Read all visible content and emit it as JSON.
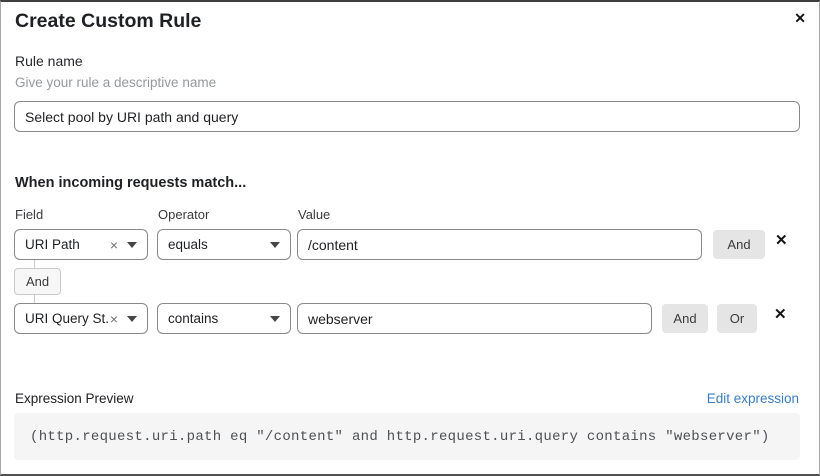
{
  "dialog": {
    "title": "Create Custom Rule"
  },
  "icons": {
    "close": "✕",
    "remove": "✕",
    "clear": "×"
  },
  "rule_name": {
    "label": "Rule name",
    "help": "Give your rule a descriptive name",
    "value": "Select pool by URI path and query"
  },
  "matcher": {
    "heading": "When incoming requests match...",
    "columns": {
      "field": "Field",
      "operator": "Operator",
      "value": "Value"
    },
    "rows": [
      {
        "field": "URI Path",
        "operator": "equals",
        "value": "/content",
        "buttons": [
          "And"
        ]
      },
      {
        "field": "URI Query St...",
        "operator": "contains",
        "value": "webserver",
        "buttons": [
          "And",
          "Or"
        ]
      }
    ],
    "connector": "And"
  },
  "expression": {
    "label": "Expression Preview",
    "edit_link": "Edit expression",
    "code": "(http.request.uri.path eq \"/content\" and http.request.uri.query contains \"webserver\")"
  },
  "colors": {
    "accent_blue": "#3b7dbd",
    "button_gray": "#e5e5e5",
    "code_bg": "#f5f5f6"
  }
}
